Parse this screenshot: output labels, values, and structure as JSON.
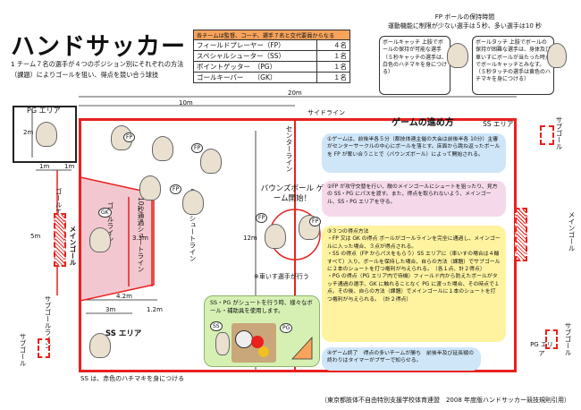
{
  "title": "ハンドサッカー",
  "subtitle": "1 チーム７名の選手が４つのポジション別にそれぞれの方法（課題）によりゴールを狙い、得点を競い合う球技",
  "team_table": {
    "header": "各チームは監督、コーチ、選手７名と交代要員からなる",
    "rows": [
      {
        "position": "フィールドプレーヤー（FP）",
        "count": "４名"
      },
      {
        "position": "スペシャルシューター（SS）",
        "count": "１名"
      },
      {
        "position": "ポイントゲッター　（PG）",
        "count": "１名"
      },
      {
        "position": "ゴールキーパー　　（GK）",
        "count": "１名"
      }
    ]
  },
  "fp_rule": {
    "title": "FP ボールの保持時間",
    "text": "運動機能に制限が少ない選手は５秒、多い選手は10 秒"
  },
  "ball_catch": "ボールキャッチ 上肢でボールの保持が可能な選手（５秒キャッチの選手は、白色のハチマキを身につける）",
  "ball_touch": "ボールタッチ 上肢でボールの保持が困難な選手は、身体及び車いすにボールが当たった時点でボールキャッチとみなす。（５秒タッチの選手は黄色のハチマキを身につける）",
  "dims": {
    "total": "20m",
    "half": "10m",
    "width": "12m",
    "pg_height": "2m",
    "pg_side": "1m",
    "goal_width": "5m",
    "d42": "4.2m",
    "d3": "3m",
    "d12": "1.2m",
    "d33": "3.3m"
  },
  "labels": {
    "pg_area": "PG エリア",
    "ss_area_top": "SS エリア",
    "ss_area": "SS エリア",
    "pg_area_bottom": "PG エリア",
    "sideline": "サイドライン",
    "centerline": "センターライン",
    "goalline": "ゴールライン",
    "main_goal": "メインゴール",
    "main_goal_right": "メインゴール",
    "sub_goal_top": "サブゴール",
    "sub_goal_right": "サブゴール",
    "sub_goal_left": "サブゴール",
    "sub_goalline": "サブゴールライン",
    "shoot_line": "５秒通過シュートライン",
    "shoot_line_10": "10秒通過シュートライン",
    "goal_area_line": "ゴールエリアライン",
    "bounce_ball": "バウンズボール ゲーム開始！",
    "wheelchair_note": "※車いす選手が行う",
    "fp": "FP",
    "gk": "GK",
    "ss": "SS",
    "pg": "PG"
  },
  "ss_note": "SS・PG がシュートを行う時、様々なボール・補助具を使用します。",
  "ss_bottom_note": "SS は、赤色のハチマキを身につける",
  "game": {
    "title": "ゲームの進め方",
    "step1": "①ゲームは、前後半各５分（都技体連主催の大会は前後半各 10分）主審がセンターサークルの中心にボールを落とす。床面から跳ね返ったボールを FP が奪い合うことで（バウンズボール）によって開始される。",
    "step2": "②FP が攻守交替を行い、敵のメインゴールにシュートを狙ったり、見方の SS・PG にパスを渡す。また、得点を取られないよう、メインゴール、SS・PG エリアを守る。",
    "step3_title": "③３つの得点方法",
    "step3_items": [
      "・FP 又は GK の得点 ボールがゴールラインを完全に通過し、メインゴールに入った場合、３点が得点される。",
      "・SS の得点（FP からパスをもらう）SS エリアに（車いすの場合は４輪すべて）入り、ボールを保持した場合、自らの方法（課題）でサブゴールに２本のシュートを打つ権利が与えられる。（各１点、計２得点）",
      "・PG の得点（PG エリア内で待機）フィールド内から防えたボールがタッチ通過の選手、GK に触れることなく PG に渡った場合、その時点で１点。その後、自らの方法（課題）でメインゴールに１本のシュートを打つ権利が与えられる。（計２得点）"
    ],
    "step4": "④ゲーム終了　得点の多いチームが勝ち　前後半及び延長戦の終わりはタイマーがブザーで知らせる。"
  },
  "footer": "（東京都肢体不自由特別支援学校体育連盟　2008 年度版ハンドサッカー競技規則引用）"
}
